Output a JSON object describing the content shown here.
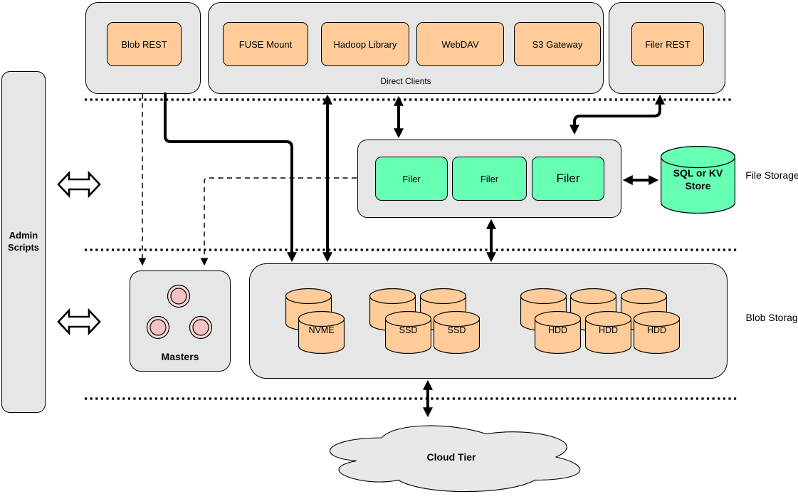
{
  "colors": {
    "container_fill": "#E6E6E6",
    "client_fill": "#FFCC99",
    "filer_fill": "#66FFB3",
    "master_node_fill": "#F8CECC",
    "stroke": "#000000"
  },
  "admin_scripts": {
    "label": "Admin Scripts"
  },
  "top_row": {
    "blob_rest_group": {
      "item": "Blob REST"
    },
    "direct_clients_group": {
      "caption": "Direct Clients",
      "items": [
        "FUSE Mount",
        "Hadoop Library",
        "WebDAV",
        "S3 Gateway"
      ]
    },
    "filer_rest_group": {
      "item": "Filer REST"
    }
  },
  "file_storage_tier": {
    "section_label": "File Storage",
    "filers": [
      "Filer",
      "Filer",
      "Filer"
    ],
    "metadata_store": "SQL or KV Store"
  },
  "blob_storage_tier": {
    "section_label": "Blob Storage",
    "masters_label": "Masters",
    "volume_labels": [
      "NVME",
      "SSD",
      "SSD",
      "HDD",
      "HDD",
      "HDD"
    ]
  },
  "cloud_tier": {
    "label": "Cloud Tier"
  }
}
